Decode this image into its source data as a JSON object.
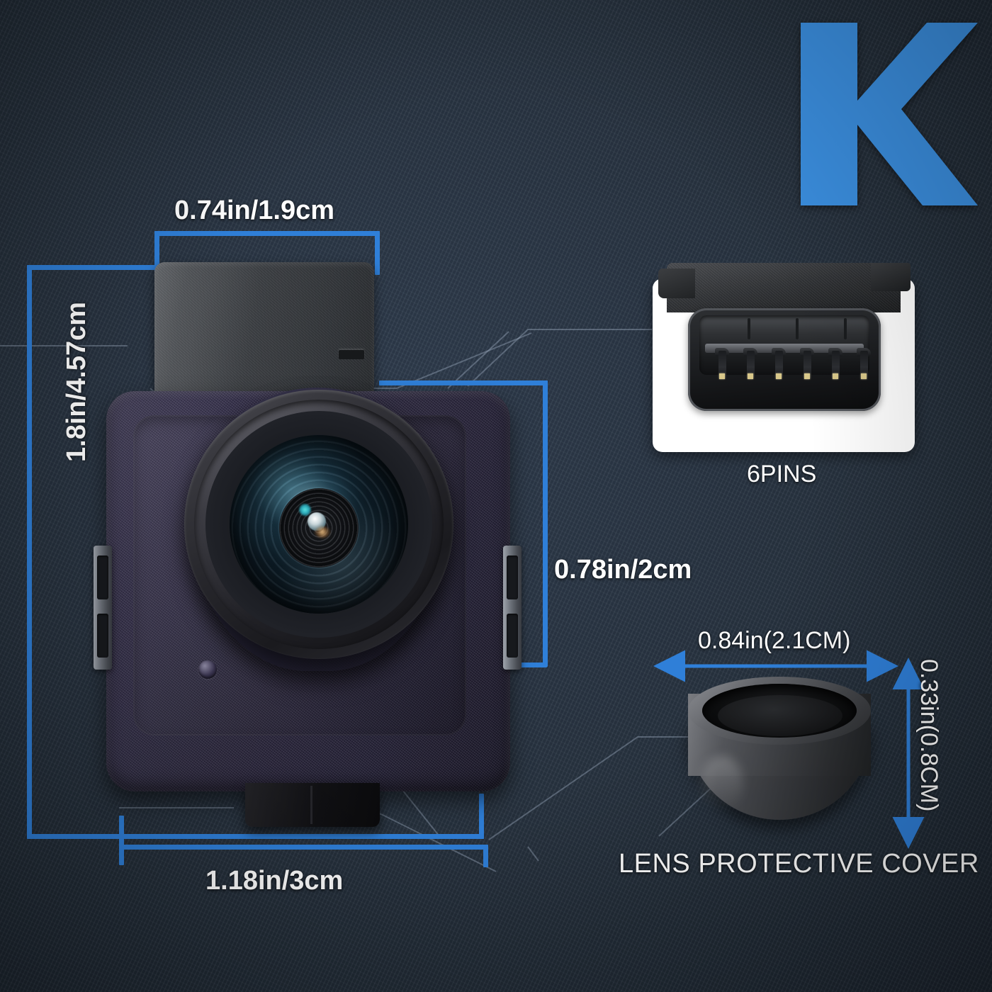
{
  "brand": {
    "logo_letter": "K",
    "logo_color": "#3b8fe0"
  },
  "colors": {
    "background": "#27323f",
    "dimension_line": "#2f7fd8",
    "label_text": "#ffffff",
    "inset_card": "#ffffff"
  },
  "product": {
    "name": "backup-camera",
    "dimensions": {
      "top_width": "0.74in/1.9cm",
      "height": "1.8in/4.57cm",
      "depth": "0.78in/2cm",
      "bottom_width": "1.18in/3cm"
    }
  },
  "connector": {
    "label": "6PINS",
    "pin_count": 6
  },
  "lens_cover": {
    "title": "LENS PROTECTIVE COVER",
    "width": "0.84in(2.1CM)",
    "height": "0.33in(0.8CM)"
  }
}
